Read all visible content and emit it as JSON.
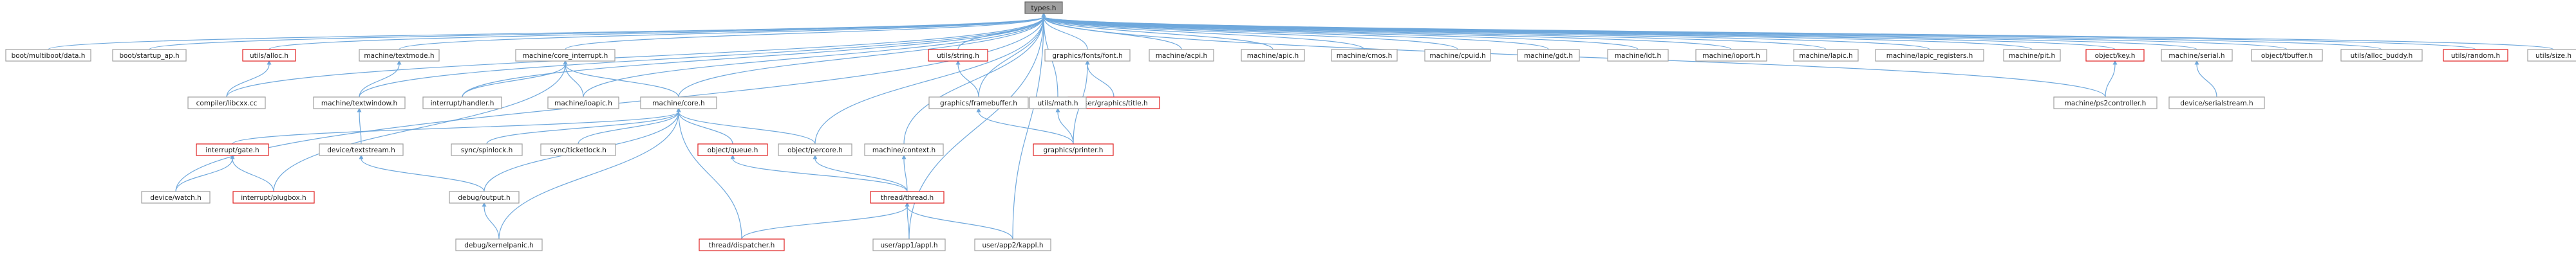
{
  "graph": {
    "colors": {
      "edge": "#6fa8dc",
      "node_border": "#a0a0a0",
      "node_border_highlight": "#e02020",
      "node_fill": "#ffffff",
      "root_fill": "#a0a0a0",
      "text": "#1a1a1a"
    },
    "root": "types.h",
    "nodes": [
      {
        "id": "types",
        "label": "types.h",
        "style": "root"
      },
      {
        "id": "multiboot",
        "label": "boot/multiboot/data.h",
        "style": "normal"
      },
      {
        "id": "startup_ap",
        "label": "boot/startup_ap.h",
        "style": "normal"
      },
      {
        "id": "alloc",
        "label": "utils/alloc.h",
        "style": "highlight"
      },
      {
        "id": "textmode",
        "label": "machine/textmode.h",
        "style": "normal"
      },
      {
        "id": "core_interrupt",
        "label": "machine/core_interrupt.h",
        "style": "normal"
      },
      {
        "id": "utils_string",
        "label": "utils/string.h",
        "style": "highlight"
      },
      {
        "id": "fonts_font",
        "label": "graphics/fonts/font.h",
        "style": "normal"
      },
      {
        "id": "acpi",
        "label": "machine/acpi.h",
        "style": "normal"
      },
      {
        "id": "apic",
        "label": "machine/apic.h",
        "style": "normal"
      },
      {
        "id": "cmos",
        "label": "machine/cmos.h",
        "style": "normal"
      },
      {
        "id": "cpuid",
        "label": "machine/cpuid.h",
        "style": "normal"
      },
      {
        "id": "gdt",
        "label": "machine/gdt.h",
        "style": "normal"
      },
      {
        "id": "idt",
        "label": "machine/idt.h",
        "style": "normal"
      },
      {
        "id": "ioport",
        "label": "machine/ioport.h",
        "style": "normal"
      },
      {
        "id": "lapic",
        "label": "machine/lapic.h",
        "style": "normal"
      },
      {
        "id": "lapic_registers",
        "label": "machine/lapic_registers.h",
        "style": "normal"
      },
      {
        "id": "pit",
        "label": "machine/pit.h",
        "style": "normal"
      },
      {
        "id": "object_key",
        "label": "object/key.h",
        "style": "highlight"
      },
      {
        "id": "serial",
        "label": "machine/serial.h",
        "style": "normal"
      },
      {
        "id": "tbuffer",
        "label": "object/tbuffer.h",
        "style": "normal"
      },
      {
        "id": "alloc_buddy",
        "label": "utils/alloc_buddy.h",
        "style": "normal"
      },
      {
        "id": "random",
        "label": "utils/random.h",
        "style": "highlight"
      },
      {
        "id": "size",
        "label": "utils/size.h",
        "style": "normal"
      },
      {
        "id": "libcxx",
        "label": "compiler/libcxx.cc",
        "style": "normal"
      },
      {
        "id": "textwindow",
        "label": "machine/textwindow.h",
        "style": "normal"
      },
      {
        "id": "int_handler",
        "label": "interrupt/handler.h",
        "style": "normal"
      },
      {
        "id": "ioapic",
        "label": "machine/ioapic.h",
        "style": "normal"
      },
      {
        "id": "machine_core",
        "label": "machine/core.h",
        "style": "normal"
      },
      {
        "id": "framebuffer",
        "label": "graphics/framebuffer.h",
        "style": "normal"
      },
      {
        "id": "usergraphics_title",
        "label": "user/graphics/title.h",
        "style": "highlight"
      },
      {
        "id": "utils_math",
        "label": "utils/math.h",
        "style": "normal"
      },
      {
        "id": "ps2controller",
        "label": "machine/ps2controller.h",
        "style": "normal"
      },
      {
        "id": "serialstream",
        "label": "device/serialstream.h",
        "style": "normal"
      },
      {
        "id": "int_gate",
        "label": "interrupt/gate.h",
        "style": "highlight"
      },
      {
        "id": "textstream",
        "label": "device/textstream.h",
        "style": "normal"
      },
      {
        "id": "spinlock",
        "label": "sync/spinlock.h",
        "style": "normal"
      },
      {
        "id": "ticketlock",
        "label": "sync/ticketlock.h",
        "style": "normal"
      },
      {
        "id": "queue",
        "label": "object/queue.h",
        "style": "highlight"
      },
      {
        "id": "percore",
        "label": "object/percore.h",
        "style": "normal"
      },
      {
        "id": "context",
        "label": "machine/context.h",
        "style": "normal"
      },
      {
        "id": "printer",
        "label": "graphics/printer.h",
        "style": "highlight"
      },
      {
        "id": "watch",
        "label": "device/watch.h",
        "style": "normal"
      },
      {
        "id": "plugbox",
        "label": "interrupt/plugbox.h",
        "style": "highlight"
      },
      {
        "id": "debug_output",
        "label": "debug/output.h",
        "style": "normal"
      },
      {
        "id": "thread",
        "label": "thread/thread.h",
        "style": "highlight"
      },
      {
        "id": "kernelpanic",
        "label": "debug/kernelpanic.h",
        "style": "normal"
      },
      {
        "id": "dispatcher",
        "label": "thread/dispatcher.h",
        "style": "highlight"
      },
      {
        "id": "app1",
        "label": "user/app1/appl.h",
        "style": "normal"
      },
      {
        "id": "app2",
        "label": "user/app2/kappl.h",
        "style": "normal"
      }
    ],
    "edges": [
      [
        "types",
        "multiboot"
      ],
      [
        "types",
        "startup_ap"
      ],
      [
        "types",
        "alloc"
      ],
      [
        "types",
        "textmode"
      ],
      [
        "types",
        "core_interrupt"
      ],
      [
        "types",
        "utils_string"
      ],
      [
        "types",
        "fonts_font"
      ],
      [
        "types",
        "acpi"
      ],
      [
        "types",
        "apic"
      ],
      [
        "types",
        "cmos"
      ],
      [
        "types",
        "cpuid"
      ],
      [
        "types",
        "gdt"
      ],
      [
        "types",
        "idt"
      ],
      [
        "types",
        "ioport"
      ],
      [
        "types",
        "lapic"
      ],
      [
        "types",
        "lapic_registers"
      ],
      [
        "types",
        "pit"
      ],
      [
        "types",
        "object_key"
      ],
      [
        "types",
        "serial"
      ],
      [
        "types",
        "tbuffer"
      ],
      [
        "types",
        "alloc_buddy"
      ],
      [
        "types",
        "random"
      ],
      [
        "types",
        "size"
      ],
      [
        "types",
        "libcxx"
      ],
      [
        "types",
        "textwindow"
      ],
      [
        "types",
        "int_handler"
      ],
      [
        "types",
        "ioapic"
      ],
      [
        "types",
        "machine_core"
      ],
      [
        "types",
        "framebuffer"
      ],
      [
        "types",
        "utils_math"
      ],
      [
        "types",
        "ps2controller"
      ],
      [
        "types",
        "percore"
      ],
      [
        "types",
        "context"
      ],
      [
        "types",
        "watch"
      ],
      [
        "types",
        "app1"
      ],
      [
        "types",
        "app2"
      ],
      [
        "alloc",
        "libcxx"
      ],
      [
        "textmode",
        "textwindow"
      ],
      [
        "core_interrupt",
        "int_handler"
      ],
      [
        "core_interrupt",
        "ioapic"
      ],
      [
        "core_interrupt",
        "machine_core"
      ],
      [
        "core_interrupt",
        "plugbox"
      ],
      [
        "utils_string",
        "framebuffer"
      ],
      [
        "fonts_font",
        "usergraphics_title"
      ],
      [
        "fonts_font",
        "printer"
      ],
      [
        "object_key",
        "ps2controller"
      ],
      [
        "serial",
        "serialstream"
      ],
      [
        "textwindow",
        "textstream"
      ],
      [
        "utils_math",
        "printer"
      ],
      [
        "framebuffer",
        "printer"
      ],
      [
        "machine_core",
        "spinlock"
      ],
      [
        "machine_core",
        "ticketlock"
      ],
      [
        "machine_core",
        "queue"
      ],
      [
        "machine_core",
        "percore"
      ],
      [
        "machine_core",
        "int_gate"
      ],
      [
        "machine_core",
        "debug_output"
      ],
      [
        "machine_core",
        "dispatcher"
      ],
      [
        "machine_core",
        "kernelpanic"
      ],
      [
        "int_gate",
        "watch"
      ],
      [
        "int_gate",
        "plugbox"
      ],
      [
        "textstream",
        "debug_output"
      ],
      [
        "queue",
        "thread"
      ],
      [
        "percore",
        "thread"
      ],
      [
        "context",
        "thread"
      ],
      [
        "debug_output",
        "kernelpanic"
      ],
      [
        "thread",
        "dispatcher"
      ],
      [
        "thread",
        "app1"
      ],
      [
        "thread",
        "app2"
      ]
    ]
  }
}
